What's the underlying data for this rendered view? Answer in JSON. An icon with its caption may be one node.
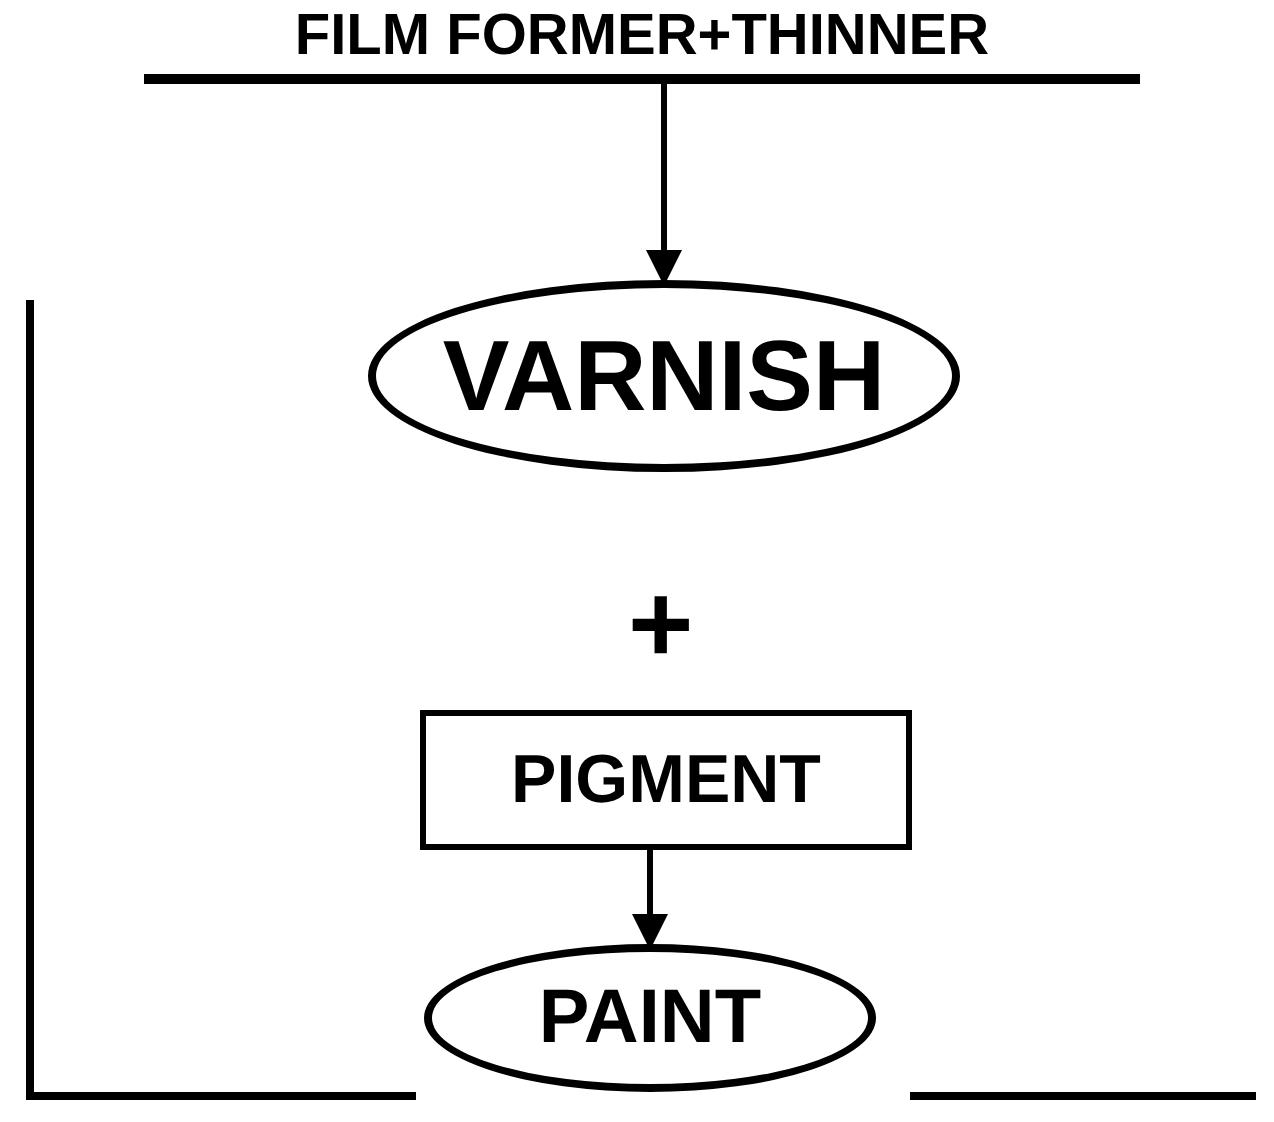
{
  "diagram": {
    "nodes": [
      {
        "text": [
          "FILM FORMER+THINNER"
        ]
      },
      {
        "text": [
          "VARNISH"
        ]
      },
      {
        "text": [
          "PIGMENT"
        ]
      },
      {
        "text": [
          "PAINT"
        ]
      }
    ],
    "edges": [
      {
        "from": 0,
        "to": 1,
        "arrow": "to"
      },
      {
        "from": 2,
        "to": 3,
        "arrow": "to"
      }
    ],
    "labels": [
      "+"
    ]
  }
}
